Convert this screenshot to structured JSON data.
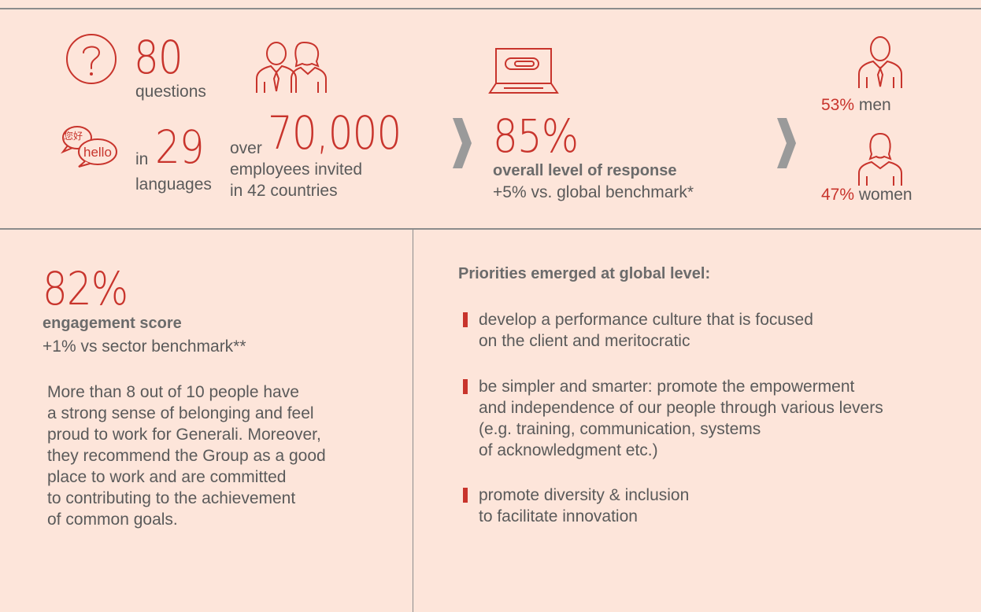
{
  "stats": {
    "questions_value": "80",
    "questions_label": "questions",
    "languages_prefix": "in",
    "languages_value": "29",
    "languages_label": "languages",
    "bubble_top": "您好",
    "bubble_bottom": "hello",
    "employees_prefix": "over",
    "employees_value": "70,000",
    "employees_line1": "employees invited",
    "employees_line2": "in 42 countries",
    "response_value": "85%",
    "response_label": "overall level of response",
    "response_sub": "+5% vs. global benchmark*",
    "men_pct": "53%",
    "men_label": "men",
    "women_pct": "47%",
    "women_label": "women"
  },
  "engagement": {
    "value": "82%",
    "label": "engagement score",
    "sub": "+1% vs sector benchmark**",
    "paragraph": [
      "More than 8 out of 10 people have",
      "a strong sense of belonging and feel",
      "proud to work for Generali. Moreover,",
      "they recommend the Group as a good",
      "place to work and are committed",
      "to contributing to the achievement",
      "of common goals."
    ]
  },
  "priorities": {
    "title": "Priorities emerged at global level:",
    "items": [
      [
        "develop a performance culture that is focused",
        "on the client and meritocratic"
      ],
      [
        "be simpler and smarter: promote the empowerment",
        "and independence of our people through various levers",
        "(e.g. training, communication, systems",
        "of acknowledgment etc.)"
      ],
      [
        "promote diversity & inclusion",
        "to facilitate innovation"
      ]
    ]
  },
  "colors": {
    "accent": "#c8342c",
    "background": "#fde5da",
    "text": "#5a5a5a",
    "rule": "#8c8c8c"
  }
}
